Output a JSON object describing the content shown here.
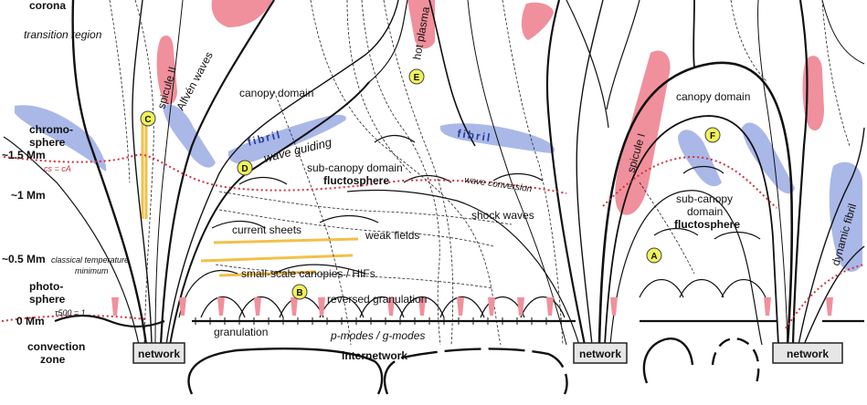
{
  "colors": {
    "spicule": "#f0909c",
    "fibril": "#aab8e8",
    "fibril_text": "#2a3a9a",
    "current_sheet": "#f2c04a",
    "beta_line": "#d03040",
    "marker_fill": "#f0f25a",
    "network_box": "#e6e6e6"
  },
  "left_labels": {
    "corona": "corona",
    "transition_region": "transition region",
    "chromo_1": "chromo-",
    "chromo_2": "sphere",
    "h_15": "~1.5 Mm",
    "h_1": "~1 Mm",
    "h_05": "~0.5 Mm",
    "classical_1": "classical temperature",
    "classical_2": "minimum",
    "photo_1": "photo-",
    "photo_2": "sphere",
    "tau": "τ500 = 1",
    "h_0": "0 Mm",
    "conv_1": "convection",
    "conv_2": "zone",
    "cs_ca": "cs = cA"
  },
  "regions": {
    "canopy_left": "canopy domain",
    "canopy_right": "canopy domain",
    "subcanopy_mid": "sub-canopy domain",
    "fluctosphere_mid": "fluctosphere",
    "subcanopy_r1": "sub-canopy",
    "subcanopy_r2": "domain",
    "fluctosphere_right": "fluctosphere",
    "current_sheets": "current sheets",
    "weak_fields": "weak fields",
    "small_scale": "small-scale canopies / HIFs",
    "reversed_granulation": "reversed granulation",
    "granulation": "granulation",
    "pmodes": "p-modes / g-modes",
    "internetwork": "internetwork",
    "shock_waves": "shock waves",
    "wave_conversion": "wave conversion",
    "wave_guiding": "wave guiding",
    "fibril_left": "fibril",
    "fibril_mid": "fibril",
    "dynamic_fibril": "dynamic fibril",
    "spicule_2": "spicule II",
    "spicule_1": "spicule I",
    "alfven": "Alfvén waves",
    "hot_plasma": "hot plasma"
  },
  "network_boxes": [
    "network",
    "network",
    "network"
  ],
  "markers": [
    "A",
    "B",
    "C",
    "D",
    "E",
    "F"
  ]
}
